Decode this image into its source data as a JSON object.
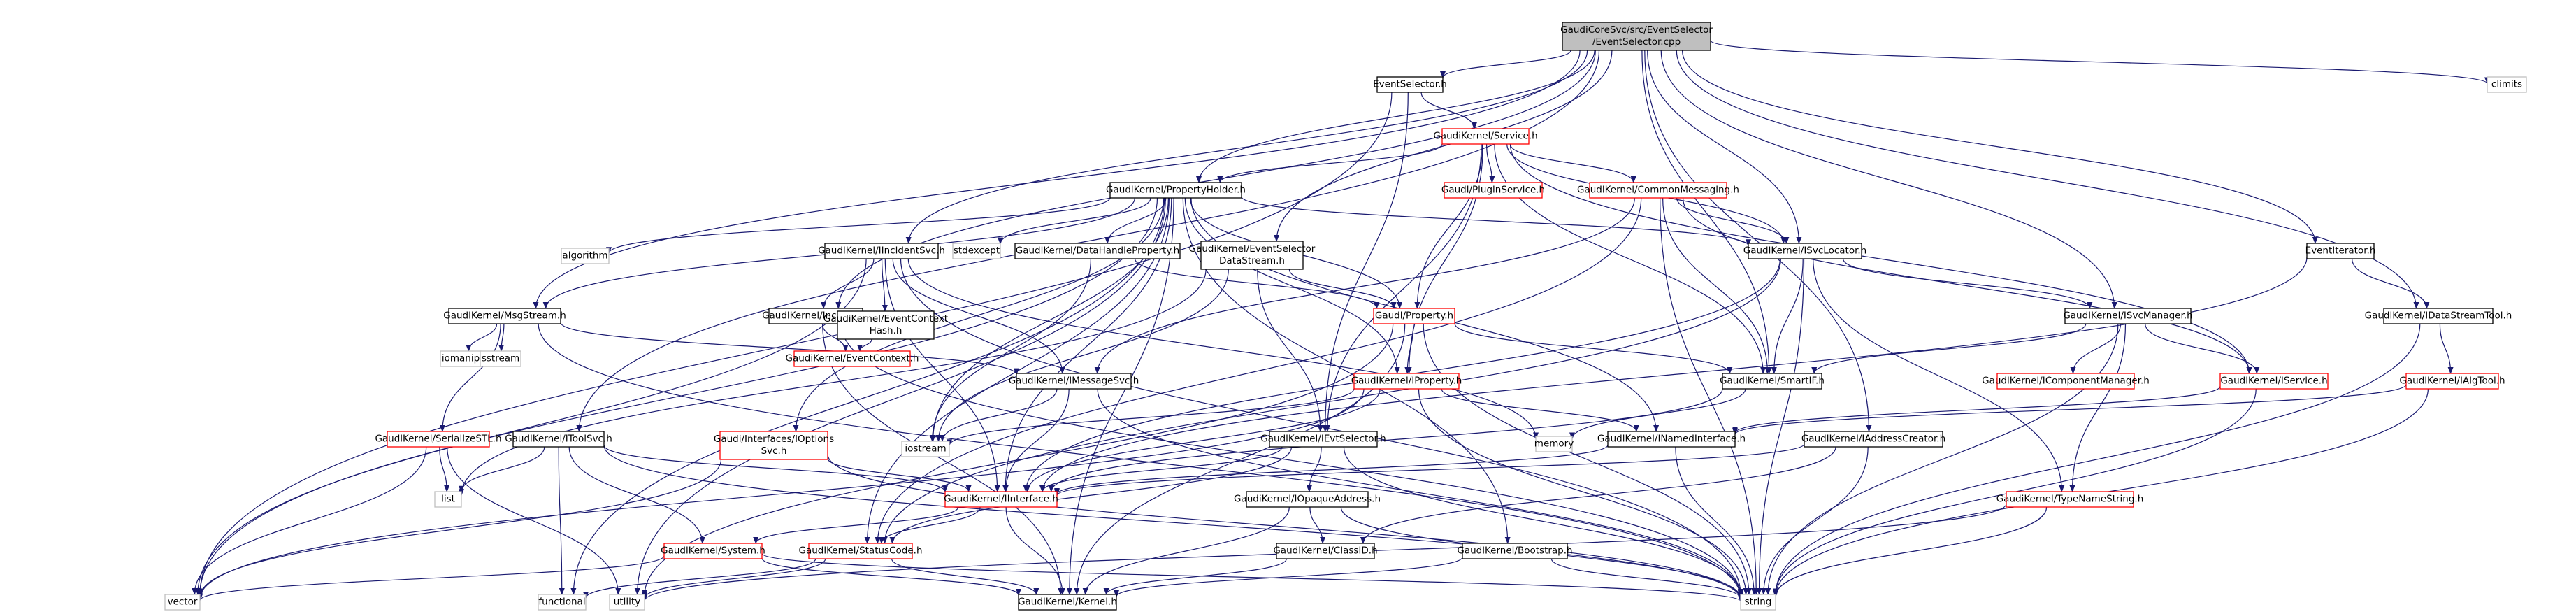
{
  "colors": {
    "root_fill": "#bfbfbf",
    "root_stroke": "#000000",
    "local_stroke": "#000000",
    "missing_stroke": "#ff0000",
    "external_stroke": "#bfbfbf",
    "edge": "#191970"
  },
  "nodes": {
    "root": {
      "lines": [
        "GaudiCoreSvc/src/EventSelector",
        "/EventSelector.cpp"
      ],
      "kind": "root"
    },
    "evsel_h": {
      "lines": [
        "EventSelector.h"
      ],
      "kind": "local"
    },
    "climits": {
      "lines": [
        "climits"
      ],
      "kind": "external"
    },
    "service": {
      "lines": [
        "GaudiKernel/Service.h"
      ],
      "kind": "missing"
    },
    "propholder": {
      "lines": [
        "GaudiKernel/PropertyHolder.h"
      ],
      "kind": "local"
    },
    "pluginsvc": {
      "lines": [
        "Gaudi/PluginService.h"
      ],
      "kind": "missing"
    },
    "commonmsg": {
      "lines": [
        "GaudiKernel/CommonMessaging.h"
      ],
      "kind": "missing"
    },
    "algorithm": {
      "lines": [
        "algorithm"
      ],
      "kind": "external"
    },
    "incidentsvc": {
      "lines": [
        "GaudiKernel/IIncidentSvc.h"
      ],
      "kind": "local"
    },
    "stdexcept": {
      "lines": [
        "stdexcept"
      ],
      "kind": "external"
    },
    "datahandleprop": {
      "lines": [
        "GaudiKernel/DataHandleProperty.h"
      ],
      "kind": "local"
    },
    "evseldatastream": {
      "lines": [
        "GaudiKernel/EventSelector",
        "DataStream.h"
      ],
      "kind": "local"
    },
    "isvclocator": {
      "lines": [
        "GaudiKernel/ISvcLocator.h"
      ],
      "kind": "local"
    },
    "eventiterator": {
      "lines": [
        "EventIterator.h"
      ],
      "kind": "local"
    },
    "msgstream": {
      "lines": [
        "GaudiKernel/MsgStream.h"
      ],
      "kind": "local"
    },
    "incident": {
      "lines": [
        "GaudiKernel/Incident.h"
      ],
      "kind": "local"
    },
    "evcontexthash": {
      "lines": [
        "GaudiKernel/EventContext",
        "Hash.h"
      ],
      "kind": "local"
    },
    "gaudiproperty": {
      "lines": [
        "Gaudi/Property.h"
      ],
      "kind": "missing"
    },
    "isvcmanager": {
      "lines": [
        "GaudiKernel/ISvcManager.h"
      ],
      "kind": "local"
    },
    "idatastreamtool": {
      "lines": [
        "GaudiKernel/IDataStreamTool.h"
      ],
      "kind": "local"
    },
    "iomanip": {
      "lines": [
        "iomanip"
      ],
      "kind": "external"
    },
    "sstream": {
      "lines": [
        "sstream"
      ],
      "kind": "external"
    },
    "evcontext": {
      "lines": [
        "GaudiKernel/EventContext.h"
      ],
      "kind": "missing"
    },
    "imessagesvc": {
      "lines": [
        "GaudiKernel/IMessageSvc.h"
      ],
      "kind": "local"
    },
    "iproperty": {
      "lines": [
        "GaudiKernel/IProperty.h"
      ],
      "kind": "missing"
    },
    "smartif": {
      "lines": [
        "GaudiKernel/SmartIF.h"
      ],
      "kind": "local"
    },
    "icomponentmgr": {
      "lines": [
        "GaudiKernel/IComponentManager.h"
      ],
      "kind": "missing"
    },
    "iservice": {
      "lines": [
        "GaudiKernel/IService.h"
      ],
      "kind": "missing"
    },
    "ialgtool": {
      "lines": [
        "GaudiKernel/IAlgTool.h"
      ],
      "kind": "missing"
    },
    "serializestl": {
      "lines": [
        "GaudiKernel/SerializeSTL.h"
      ],
      "kind": "missing"
    },
    "itoolsvc": {
      "lines": [
        "GaudiKernel/IToolSvc.h"
      ],
      "kind": "local"
    },
    "ioptionssvc": {
      "lines": [
        "Gaudi/Interfaces/IOptions",
        "Svc.h"
      ],
      "kind": "missing"
    },
    "iostream": {
      "lines": [
        "iostream"
      ],
      "kind": "external"
    },
    "ievtselector": {
      "lines": [
        "GaudiKernel/IEvtSelector.h"
      ],
      "kind": "local"
    },
    "memory": {
      "lines": [
        "memory"
      ],
      "kind": "external"
    },
    "inamedinterface": {
      "lines": [
        "GaudiKernel/INamedInterface.h"
      ],
      "kind": "local"
    },
    "iaddresscreator": {
      "lines": [
        "GaudiKernel/IAddressCreator.h"
      ],
      "kind": "local"
    },
    "list": {
      "lines": [
        "list"
      ],
      "kind": "external"
    },
    "iinterface": {
      "lines": [
        "GaudiKernel/IInterface.h"
      ],
      "kind": "missing"
    },
    "iopaqueaddress": {
      "lines": [
        "GaudiKernel/IOpaqueAddress.h"
      ],
      "kind": "local"
    },
    "typenamestring": {
      "lines": [
        "GaudiKernel/TypeNameString.h"
      ],
      "kind": "missing"
    },
    "system": {
      "lines": [
        "GaudiKernel/System.h"
      ],
      "kind": "missing"
    },
    "statuscode": {
      "lines": [
        "GaudiKernel/StatusCode.h"
      ],
      "kind": "missing"
    },
    "classid": {
      "lines": [
        "GaudiKernel/ClassID.h"
      ],
      "kind": "local"
    },
    "bootstrap": {
      "lines": [
        "GaudiKernel/Bootstrap.h"
      ],
      "kind": "local"
    },
    "vector": {
      "lines": [
        "vector"
      ],
      "kind": "external"
    },
    "functional": {
      "lines": [
        "functional"
      ],
      "kind": "external"
    },
    "utility": {
      "lines": [
        "utility"
      ],
      "kind": "external"
    },
    "kernel": {
      "lines": [
        "GaudiKernel/Kernel.h"
      ],
      "kind": "local"
    },
    "string": {
      "lines": [
        "string"
      ],
      "kind": "external"
    }
  },
  "edges": [
    [
      "root",
      "evsel_h"
    ],
    [
      "root",
      "climits"
    ],
    [
      "root",
      "propholder"
    ],
    [
      "root",
      "incidentsvc"
    ],
    [
      "root",
      "evseldatastream"
    ],
    [
      "root",
      "isvclocator"
    ],
    [
      "root",
      "eventiterator"
    ],
    [
      "root",
      "msgstream"
    ],
    [
      "root",
      "incident"
    ],
    [
      "root",
      "idatastreamtool"
    ],
    [
      "root",
      "itoolsvc"
    ],
    [
      "root",
      "iaddresscreator"
    ],
    [
      "root",
      "smartif"
    ],
    [
      "root",
      "isvcmanager"
    ],
    [
      "evsel_h",
      "service"
    ],
    [
      "evsel_h",
      "vector"
    ],
    [
      "evsel_h",
      "ievtselector"
    ],
    [
      "service",
      "propholder"
    ],
    [
      "service",
      "pluginsvc"
    ],
    [
      "service",
      "commonmsg"
    ],
    [
      "service",
      "isvclocator"
    ],
    [
      "service",
      "gaudiproperty"
    ],
    [
      "service",
      "iproperty"
    ],
    [
      "service",
      "smartif"
    ],
    [
      "service",
      "iservice"
    ],
    [
      "service",
      "ievtselector"
    ],
    [
      "propholder",
      "algorithm"
    ],
    [
      "propholder",
      "stdexcept"
    ],
    [
      "propholder",
      "datahandleprop"
    ],
    [
      "propholder",
      "gaudiproperty"
    ],
    [
      "propholder",
      "iproperty"
    ],
    [
      "propholder",
      "msgstream"
    ],
    [
      "propholder",
      "ioptionssvc"
    ],
    [
      "propholder",
      "vector"
    ],
    [
      "propholder",
      "utility"
    ],
    [
      "propholder",
      "functional"
    ],
    [
      "propholder",
      "iinterface"
    ],
    [
      "propholder",
      "bootstrap"
    ],
    [
      "propholder",
      "inamedinterface"
    ],
    [
      "propholder",
      "isvclocator"
    ],
    [
      "propholder",
      "iostream"
    ],
    [
      "propholder",
      "statuscode"
    ],
    [
      "propholder",
      "kernel"
    ],
    [
      "commonmsg",
      "isvclocator"
    ],
    [
      "commonmsg",
      "smartif"
    ],
    [
      "commonmsg",
      "imessagesvc"
    ],
    [
      "commonmsg",
      "iservice"
    ],
    [
      "commonmsg",
      "statuscode"
    ],
    [
      "commonmsg",
      "string"
    ],
    [
      "incidentsvc",
      "incident"
    ],
    [
      "incidentsvc",
      "evcontexthash"
    ],
    [
      "incidentsvc",
      "imessagesvc"
    ],
    [
      "incidentsvc",
      "iinterface"
    ],
    [
      "incidentsvc",
      "vector"
    ],
    [
      "incidentsvc",
      "string"
    ],
    [
      "incidentsvc",
      "memory"
    ],
    [
      "datahandleprop",
      "gaudiproperty"
    ],
    [
      "datahandleprop",
      "iostream"
    ],
    [
      "evseldatastream",
      "gaudiproperty"
    ],
    [
      "evseldatastream",
      "ievtselector"
    ],
    [
      "evseldatastream",
      "iostream"
    ],
    [
      "evseldatastream",
      "list"
    ],
    [
      "isvclocator",
      "isvcmanager"
    ],
    [
      "isvclocator",
      "smartif"
    ],
    [
      "isvclocator",
      "typenamestring"
    ],
    [
      "isvclocator",
      "iinterface"
    ],
    [
      "isvclocator",
      "string"
    ],
    [
      "isvclocator",
      "statuscode"
    ],
    [
      "eventiterator",
      "idatastreamtool"
    ],
    [
      "eventiterator",
      "iinterface"
    ],
    [
      "msgstream",
      "iomanip"
    ],
    [
      "msgstream",
      "sstream"
    ],
    [
      "msgstream",
      "serializestl"
    ],
    [
      "msgstream",
      "imessagesvc"
    ],
    [
      "msgstream",
      "string"
    ],
    [
      "incident",
      "evcontext"
    ],
    [
      "incident",
      "string"
    ],
    [
      "incident",
      "kernel"
    ],
    [
      "evcontexthash",
      "evcontext"
    ],
    [
      "gaudiproperty",
      "iproperty"
    ],
    [
      "gaudiproperty",
      "smartif"
    ],
    [
      "gaudiproperty",
      "string"
    ],
    [
      "gaudiproperty",
      "utility"
    ],
    [
      "gaudiproperty",
      "kernel"
    ],
    [
      "isvcmanager",
      "icomponentmgr"
    ],
    [
      "isvcmanager",
      "iservice"
    ],
    [
      "isvcmanager",
      "smartif"
    ],
    [
      "isvcmanager",
      "typenamestring"
    ],
    [
      "isvcmanager",
      "string"
    ],
    [
      "idatastreamtool",
      "ialgtool"
    ],
    [
      "idatastreamtool",
      "string"
    ],
    [
      "imessagesvc",
      "iinterface"
    ],
    [
      "imessagesvc",
      "iostream"
    ],
    [
      "imessagesvc",
      "string"
    ],
    [
      "iproperty",
      "inamedinterface"
    ],
    [
      "iproperty",
      "iinterface"
    ],
    [
      "iproperty",
      "iostream"
    ],
    [
      "iproperty",
      "string"
    ],
    [
      "iproperty",
      "vector"
    ],
    [
      "smartif",
      "iinterface"
    ],
    [
      "smartif",
      "memory"
    ],
    [
      "iservice",
      "inamedinterface"
    ],
    [
      "iservice",
      "string"
    ],
    [
      "ialgtool",
      "inamedinterface"
    ],
    [
      "ialgtool",
      "string"
    ],
    [
      "serializestl",
      "vector"
    ],
    [
      "serializestl",
      "list"
    ],
    [
      "serializestl",
      "utility"
    ],
    [
      "itoolsvc",
      "iinterface"
    ],
    [
      "itoolsvc",
      "system"
    ],
    [
      "itoolsvc",
      "functional"
    ],
    [
      "itoolsvc",
      "list"
    ],
    [
      "itoolsvc",
      "string"
    ],
    [
      "ioptionssvc",
      "iinterface"
    ],
    [
      "ioptionssvc",
      "string"
    ],
    [
      "ioptionssvc",
      "vector"
    ],
    [
      "ievtselector",
      "iopaqueaddress"
    ],
    [
      "ievtselector",
      "iinterface"
    ],
    [
      "ievtselector",
      "statuscode"
    ],
    [
      "ievtselector",
      "string"
    ],
    [
      "inamedinterface",
      "iinterface"
    ],
    [
      "inamedinterface",
      "string"
    ],
    [
      "iaddresscreator",
      "iinterface"
    ],
    [
      "iaddresscreator",
      "classid"
    ],
    [
      "iaddresscreator",
      "string"
    ],
    [
      "iinterface",
      "system"
    ],
    [
      "iinterface",
      "statuscode"
    ],
    [
      "iinterface",
      "kernel"
    ],
    [
      "iopaqueaddress",
      "classid"
    ],
    [
      "iopaqueaddress",
      "kernel"
    ],
    [
      "iopaqueaddress",
      "string"
    ],
    [
      "typenamestring",
      "string"
    ],
    [
      "typenamestring",
      "utility"
    ],
    [
      "system",
      "vector"
    ],
    [
      "system",
      "string"
    ],
    [
      "system",
      "kernel"
    ],
    [
      "statuscode",
      "kernel"
    ],
    [
      "statuscode",
      "utility"
    ],
    [
      "statuscode",
      "functional"
    ],
    [
      "classid",
      "kernel"
    ],
    [
      "bootstrap",
      "kernel"
    ],
    [
      "bootstrap",
      "string"
    ]
  ]
}
